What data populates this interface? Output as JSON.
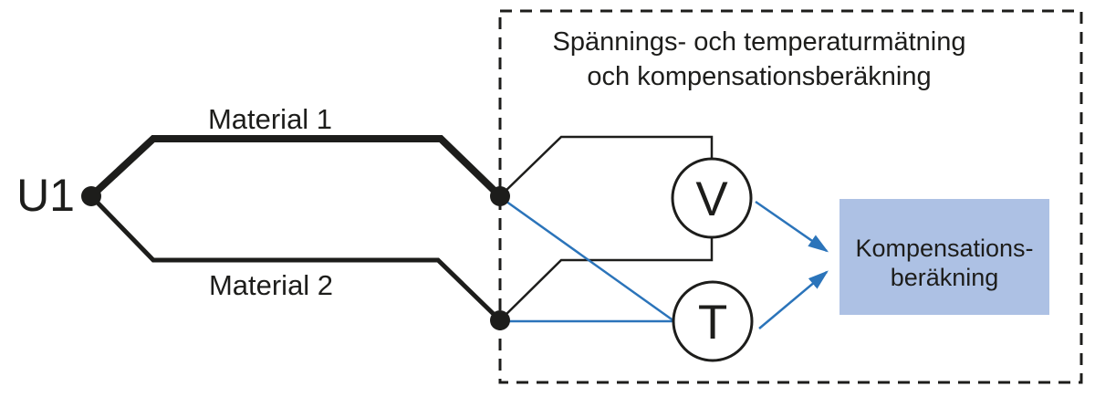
{
  "diagram": {
    "title": {
      "line1": "Spännings- och temperaturmätning",
      "line2": "och kompensationsberäkning"
    },
    "source": {
      "label": "U1"
    },
    "conductors": {
      "material1_label": "Material 1",
      "material2_label": "Material 2"
    },
    "meters": {
      "voltmeter_label": "V",
      "temperature_label": "T"
    },
    "compensation_box": {
      "line1": "Kompensations-",
      "line2": "beräkning"
    },
    "colors": {
      "ink": "#1d1d1b",
      "accent_blue": "#2b74ba",
      "compensation_box_fill": "#adc1e4",
      "background": "#ffffff"
    }
  }
}
